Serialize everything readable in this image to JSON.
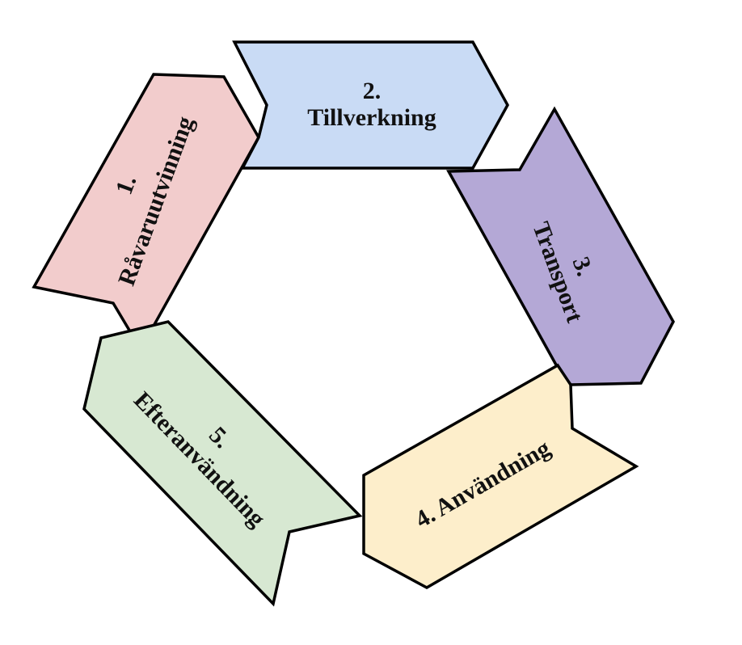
{
  "diagram": {
    "type": "cycle",
    "steps": [
      {
        "number": "1.",
        "label": "Råvaruutvinning",
        "color": "#f2cccc"
      },
      {
        "number": "2.",
        "label": "Tillverkning",
        "color": "#c9dbf5"
      },
      {
        "number": "3.",
        "label": "Transport",
        "color": "#b4a8d6"
      },
      {
        "number": "4.",
        "label": "Användning",
        "color": "#fdeecb"
      },
      {
        "number": "5.",
        "label": "Efteranvändning",
        "color": "#d7e8d2"
      }
    ],
    "step4_full_label": "4. Användning"
  }
}
